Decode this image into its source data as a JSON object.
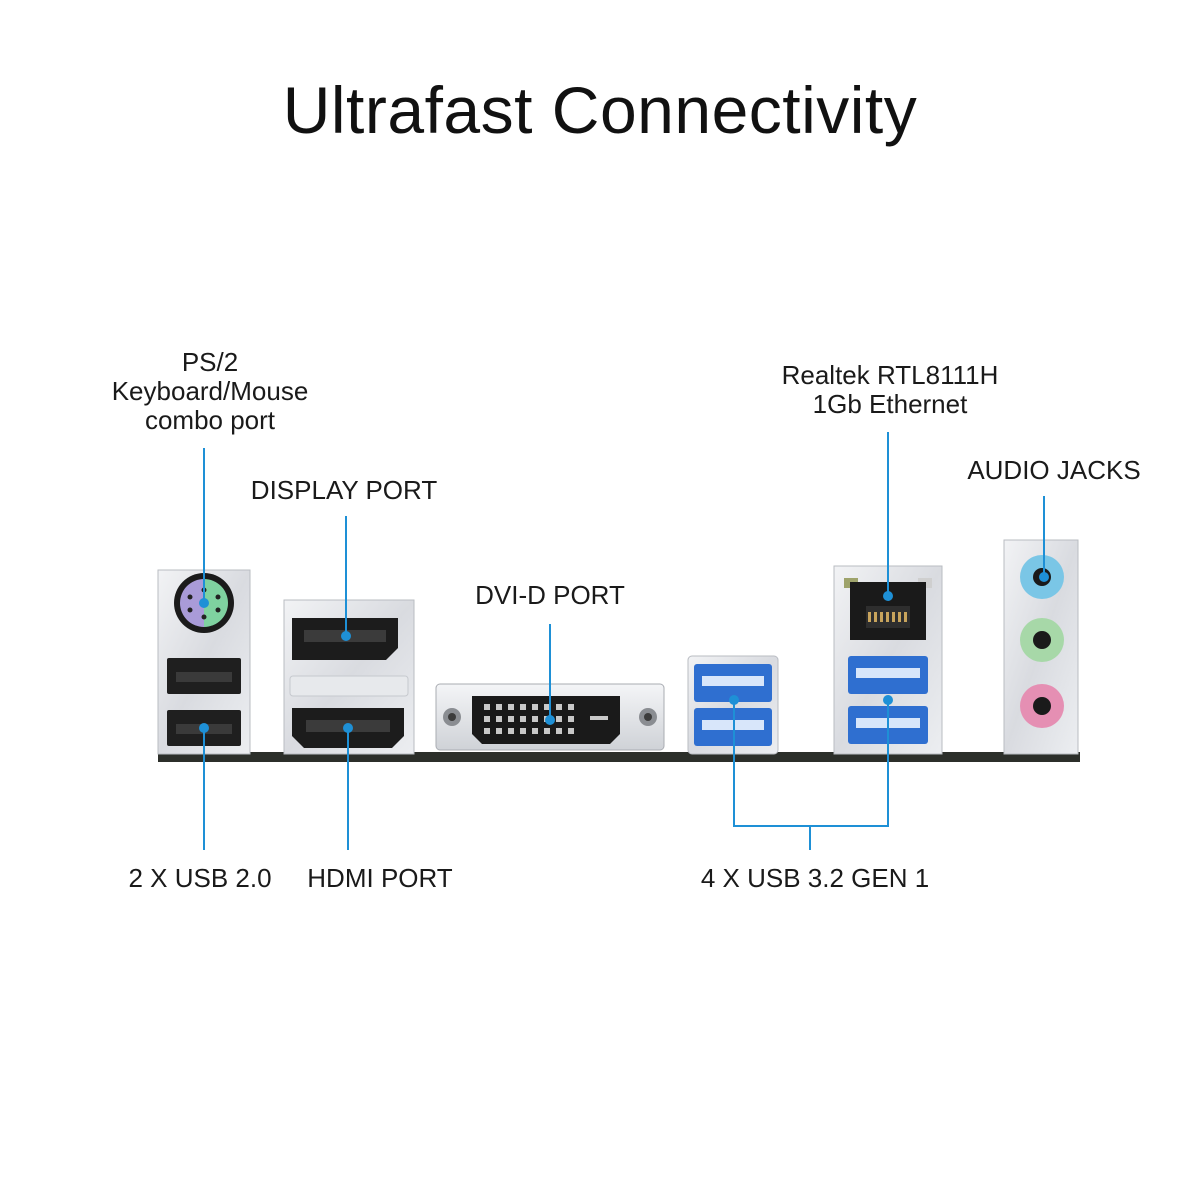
{
  "title": "Ultrafast Connectivity",
  "labels": {
    "ps2": [
      "PS/2",
      "Keyboard/Mouse",
      "combo port"
    ],
    "display_port": "DISPLAY PORT",
    "dvi": "DVI-D PORT",
    "ethernet": [
      "Realtek RTL8111H",
      "1Gb Ethernet"
    ],
    "audio": "AUDIO JACKS",
    "usb2": "2 X USB 2.0",
    "hdmi": "HDMI PORT",
    "usb3": "4 X USB 3.2 GEN 1"
  },
  "colors": {
    "callout": "#1e90d6",
    "usb3_blue": "#2f6fd0",
    "audio_blue": "#7ac6e6",
    "audio_green": "#a7d8a8",
    "audio_pink": "#e58fb3",
    "ps2_purple": "#a99bd8",
    "ps2_green": "#7fd2a0"
  }
}
